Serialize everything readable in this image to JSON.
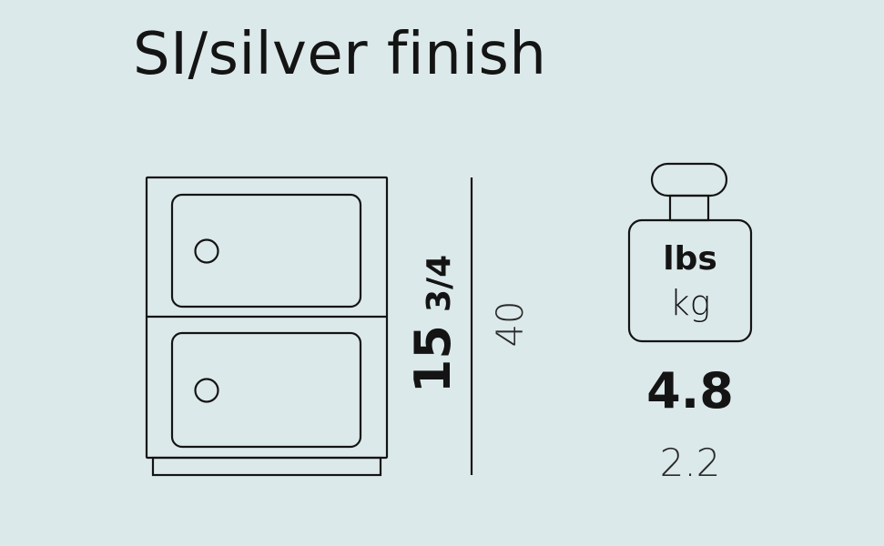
{
  "title": "SI/silver finish",
  "dimensions": {
    "height_in_whole": "15",
    "height_in_fraction": "3/4",
    "height_cm": "40"
  },
  "weight": {
    "unit_primary": "lbs",
    "unit_secondary": "kg",
    "value_primary": "4.8",
    "value_secondary": "2.2"
  },
  "colors": {
    "background": "#dce9ea",
    "line": "#141414"
  },
  "icons": [
    "cabinet-icon",
    "weight-icon"
  ]
}
